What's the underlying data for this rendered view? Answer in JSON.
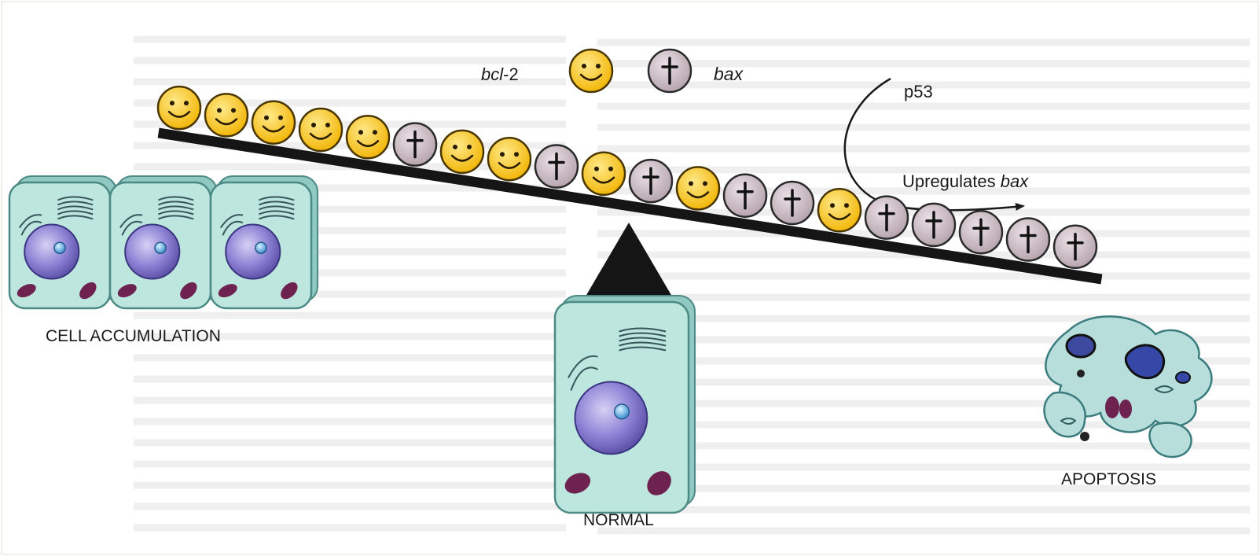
{
  "legend": {
    "bcl2_label": "bcl-2",
    "bax_label": "bax"
  },
  "labels": {
    "p53": "p53",
    "upregulates": "Upregulates ",
    "upregulates_target": "bax",
    "cell_accumulation": "CELL ACCUMULATION",
    "normal": "NORMAL",
    "apoptosis": "APOPTOSIS"
  },
  "beam_items": [
    "bcl2",
    "bcl2",
    "bcl2",
    "bcl2",
    "bcl2",
    "bax",
    "bcl2",
    "bcl2",
    "bax",
    "bcl2",
    "bax",
    "bcl2",
    "bax",
    "bax",
    "bcl2",
    "bax",
    "bax",
    "bax",
    "bax",
    "bax"
  ],
  "colors": {
    "bcl2_fill": "#f7c21b",
    "bcl2_stroke": "#4a3600",
    "bax_fill": "#cdbcc4",
    "bax_stroke": "#2a2a2a",
    "beam": "#151515",
    "cell_fill": "#bde6df",
    "nucleus": "#8a7fd0",
    "mitochondria": "#6d2250"
  }
}
